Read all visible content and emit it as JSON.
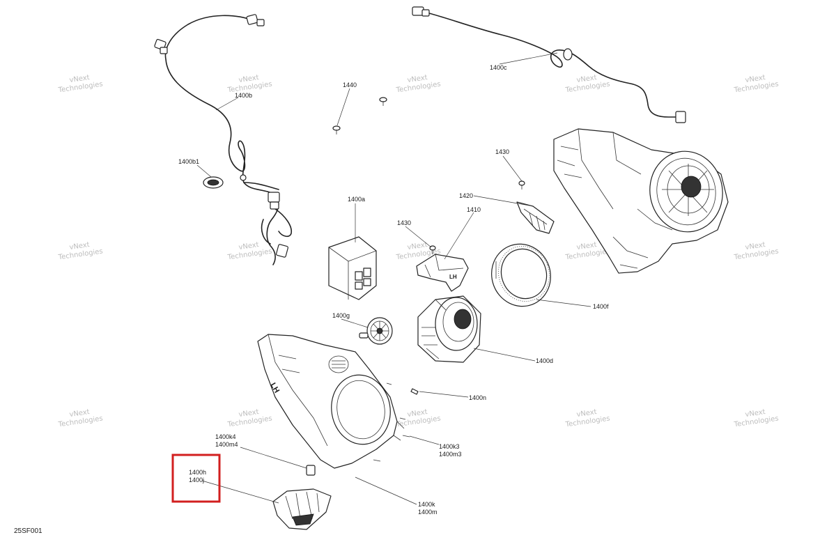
{
  "diagram": {
    "drawing_code": "25SF001",
    "watermark": {
      "line1": "vNext",
      "line2": "Technologies"
    },
    "highlight_color": "#d21f1f",
    "callouts": {
      "c1400b": "1400b",
      "c1400c": "1400c",
      "c1440": "1440",
      "c1400b1": "1400b1",
      "c1430_top": "1430",
      "c1420": "1420",
      "c1410": "1410",
      "c1430_mid": "1430",
      "c1400a": "1400a",
      "c1400f": "1400f",
      "c1400g": "1400g",
      "c1400d": "1400d",
      "c1400n": "1400n",
      "c1400k4": "1400k4",
      "c1400m4": "1400m4",
      "c1400k3": "1400k3",
      "c1400m3": "1400m3",
      "c1400h": "1400h",
      "c1400j": "1400j",
      "c1400k": "1400k",
      "c1400m": "1400m"
    },
    "icons": [
      "wire-harness",
      "fastener-screw",
      "grommet",
      "control-module",
      "speaker-housing",
      "speaker-ring",
      "speaker-driver",
      "tweeter",
      "bracket",
      "cover-panel",
      "vent-grille"
    ]
  }
}
